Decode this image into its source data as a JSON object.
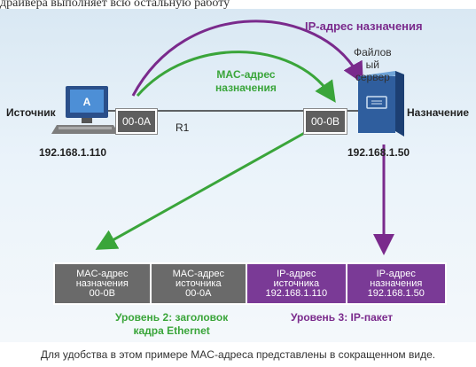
{
  "top_strip": "драйвера выполняет всю остальную работу",
  "labels": {
    "ip_destination": "IP-адрес назначения",
    "mac_destination_line1": "MAC-адрес",
    "mac_destination_line2": "назначения",
    "file_server_line1": "Файлов",
    "file_server_line2": "ый",
    "file_server_line3": "сервер",
    "source": "Источник",
    "destination": "Назначение",
    "source_ip": "192.168.1.110",
    "destination_ip": "192.168.1.50",
    "router": "R1",
    "pc_letter": "A"
  },
  "ports": {
    "source_port": "00-0A",
    "destination_port": "00-0B"
  },
  "frame": [
    {
      "line1": "MAC-адрес",
      "line2": "назначения",
      "line3": "00-0B",
      "color": "#6a6a6a"
    },
    {
      "line1": "MAC-адрес",
      "line2": "источника",
      "line3": "00-0A",
      "color": "#6a6a6a"
    },
    {
      "line1": "IP-адрес",
      "line2": "источника",
      "line3": "192.168.1.110",
      "color": "#7a3a96"
    },
    {
      "line1": "IP-адрес",
      "line2": "назначения",
      "line3": "192.168.1.50",
      "color": "#7a3a96"
    }
  ],
  "layers": {
    "layer2_line1": "Уровень 2: заголовок",
    "layer2_line2": "кадра Ethernet",
    "layer3": "Уровень 3: IP-пакет"
  },
  "footnote": "Для удобства в этом примере MAC-адреса представлены в сокращенном виде.",
  "colors": {
    "ip_arrow": "#7a2a8c",
    "mac_arrow": "#3aa53a",
    "port_grey": "#5f5f5f"
  },
  "icons": {
    "source_device": "desktop-computer-icon",
    "destination_device": "file-server-icon"
  }
}
